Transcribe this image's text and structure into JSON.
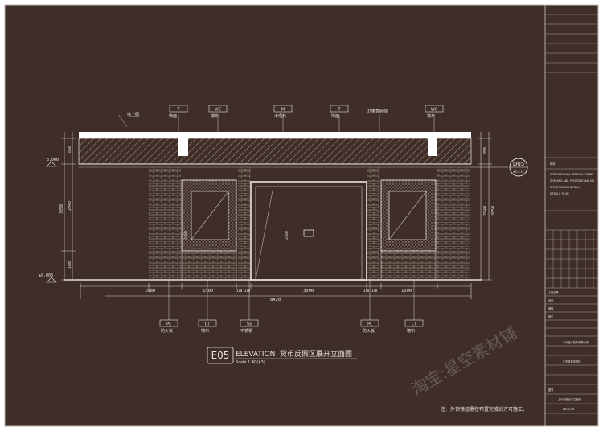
{
  "title_block": {
    "code": "E05",
    "title_en": "ELEVATION",
    "title_cn": "货币反假区展开立面图",
    "scale": "Scale 1:40(A3)"
  },
  "tags_top": [
    {
      "code": "",
      "note": "墙上图"
    },
    {
      "code": "T",
      "note": "饰面"
    },
    {
      "code": "WC",
      "note": "墙布"
    },
    {
      "code": "M",
      "note": "大理石"
    },
    {
      "code": "T",
      "note": "饰面"
    },
    {
      "code": "",
      "note": "灯带直射顶"
    },
    {
      "code": "WC",
      "note": "墙布"
    }
  ],
  "tags_bottom": [
    {
      "code": "PL",
      "note": "防火板"
    },
    {
      "code": "CT",
      "note": "墙布"
    },
    {
      "code": "SS",
      "note": "不锈钢"
    },
    {
      "code": "PL",
      "note": "防火板"
    },
    {
      "code": "CT",
      "note": "墙布"
    }
  ],
  "section_ref": {
    "code": "D05",
    "sub": "A4-5-12"
  },
  "level_marks": [
    "3,000",
    "±0,000"
  ],
  "dims_left": [
    "850",
    "3850",
    "2940",
    "180"
  ],
  "dims_right": [
    "850",
    "3850",
    "2940"
  ],
  "dims_bottom": [
    "1680",
    "1500",
    "310",
    "310",
    "3000",
    "310",
    "310",
    "1500"
  ],
  "dim_total": "8420",
  "dims_inner": [
    "2460",
    "2460"
  ],
  "note": "注：外饰镜墙需在布置完成后方可施工。",
  "watermark": "淘宝:星空素材铺",
  "side_panel": [
    "修改",
    "INTERNATIONAL GENERAL TRADE",
    "ZHEJIANG ANIL PROFESSIONAL MA",
    "SPECIFICATION DETAILS",
    "DETAILS TO BE",
    "工程名称",
    "设计",
    "审核",
    "审定",
    "广州设计装饰有限公司",
    "广东省城市规划",
    "图号",
    "上行行营业厅立面图",
    "AB-EL-05"
  ]
}
